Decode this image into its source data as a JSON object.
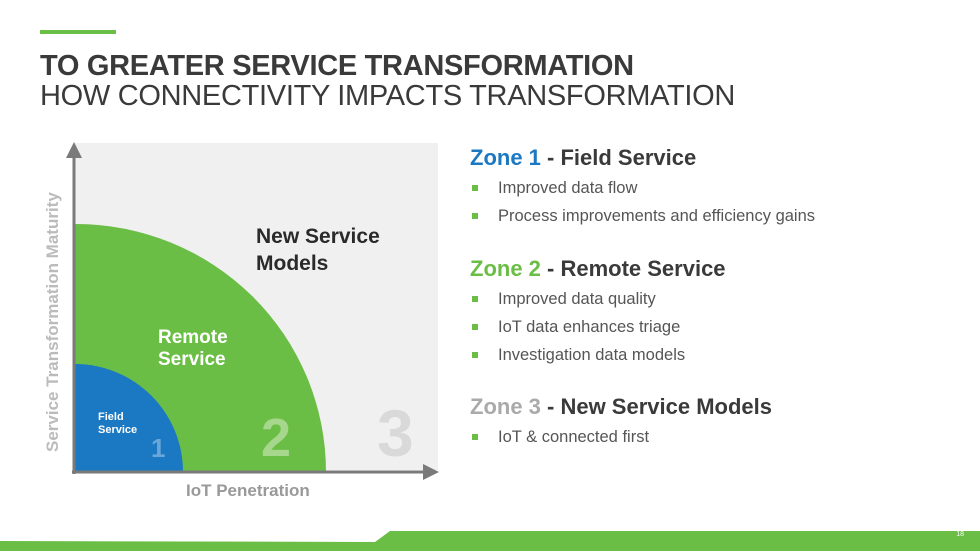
{
  "header": {
    "title": "TO GREATER SERVICE TRANSFORMATION",
    "subtitle": "HOW CONNECTIVITY IMPACTS TRANSFORMATION"
  },
  "diagram": {
    "y_axis_label": "Service Transformation Maturity",
    "x_axis_label": "IoT Penetration",
    "zones": [
      {
        "number": "1",
        "label_line1": "Field",
        "label_line2": "Service",
        "color": "#1b78c2"
      },
      {
        "number": "2",
        "label_line1": "Remote",
        "label_line2": "Service",
        "color": "#6bbe45"
      },
      {
        "number": "3",
        "label_line1": "New Service",
        "label_line2": "Models",
        "color": "#f0f0f0"
      }
    ]
  },
  "zones": [
    {
      "prefix": "Zone 1",
      "title": " - Field Service",
      "color": "#1b78c2",
      "bullets": [
        "Improved data flow",
        "Process improvements and efficiency gains"
      ]
    },
    {
      "prefix": "Zone 2",
      "title": " - Remote Service",
      "color": "#6bbe45",
      "bullets": [
        "Improved data quality",
        "IoT data enhances triage",
        "Investigation data models"
      ]
    },
    {
      "prefix": "Zone 3",
      "title": " - New Service Models",
      "color": "#aaaaaa",
      "bullets": [
        "IoT & connected first"
      ]
    }
  ],
  "footer": {
    "page_number": "18"
  }
}
